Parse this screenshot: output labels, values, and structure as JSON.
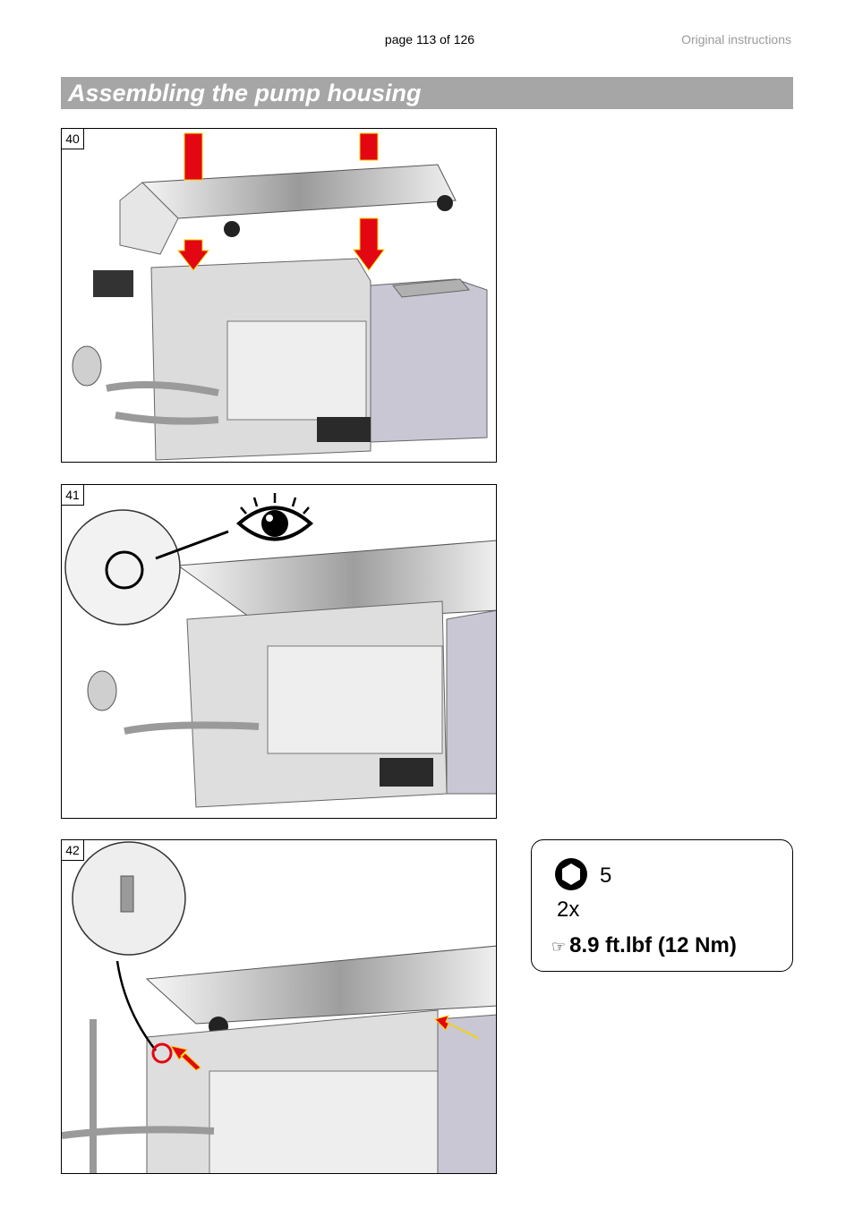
{
  "header": {
    "page_number": "page 113 of 126",
    "doc_type": "Original instructions"
  },
  "section": {
    "title": "Assembling the pump housing"
  },
  "figures": [
    {
      "label": "40"
    },
    {
      "label": "41"
    },
    {
      "label": "42"
    }
  ],
  "spec": {
    "tool_icon": "hex-socket-icon",
    "tool_size": "5",
    "quantity": "2x",
    "torque_icon": "pointing-hand-icon",
    "torque": "8.9 ft.lbf (12 Nm)"
  },
  "colors": {
    "title_bar": "#a6a6a6",
    "arrow_red": "#e30613",
    "arrow_outline": "#f5d200"
  }
}
